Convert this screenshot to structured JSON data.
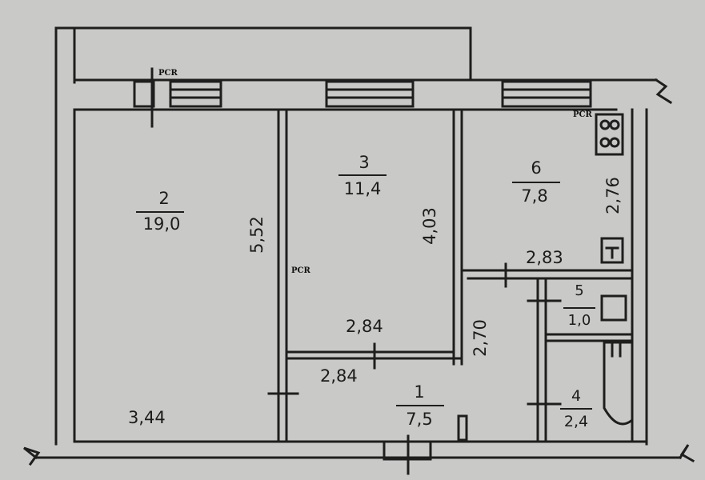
{
  "rooms": [
    {
      "number": "1",
      "area": "7,5"
    },
    {
      "number": "2",
      "area": "19,0"
    },
    {
      "number": "3",
      "area": "11,4"
    },
    {
      "number": "4",
      "area": "2,4"
    },
    {
      "number": "5",
      "area": "1,0"
    },
    {
      "number": "6",
      "area": "7,8"
    }
  ],
  "dimensions": {
    "room2_width": "3,44",
    "room2_length": "5,52",
    "room3_length": "4,03",
    "room3_width": "2,84",
    "hall_width": "2,84",
    "hall_length": "2,70",
    "room6_width": "2,83",
    "room6_length": "2,76"
  },
  "markers": [
    "PCR",
    "PCR",
    "PCR"
  ],
  "colors": {
    "paper": "#c9c9c7",
    "line": "#1e1e1e"
  }
}
